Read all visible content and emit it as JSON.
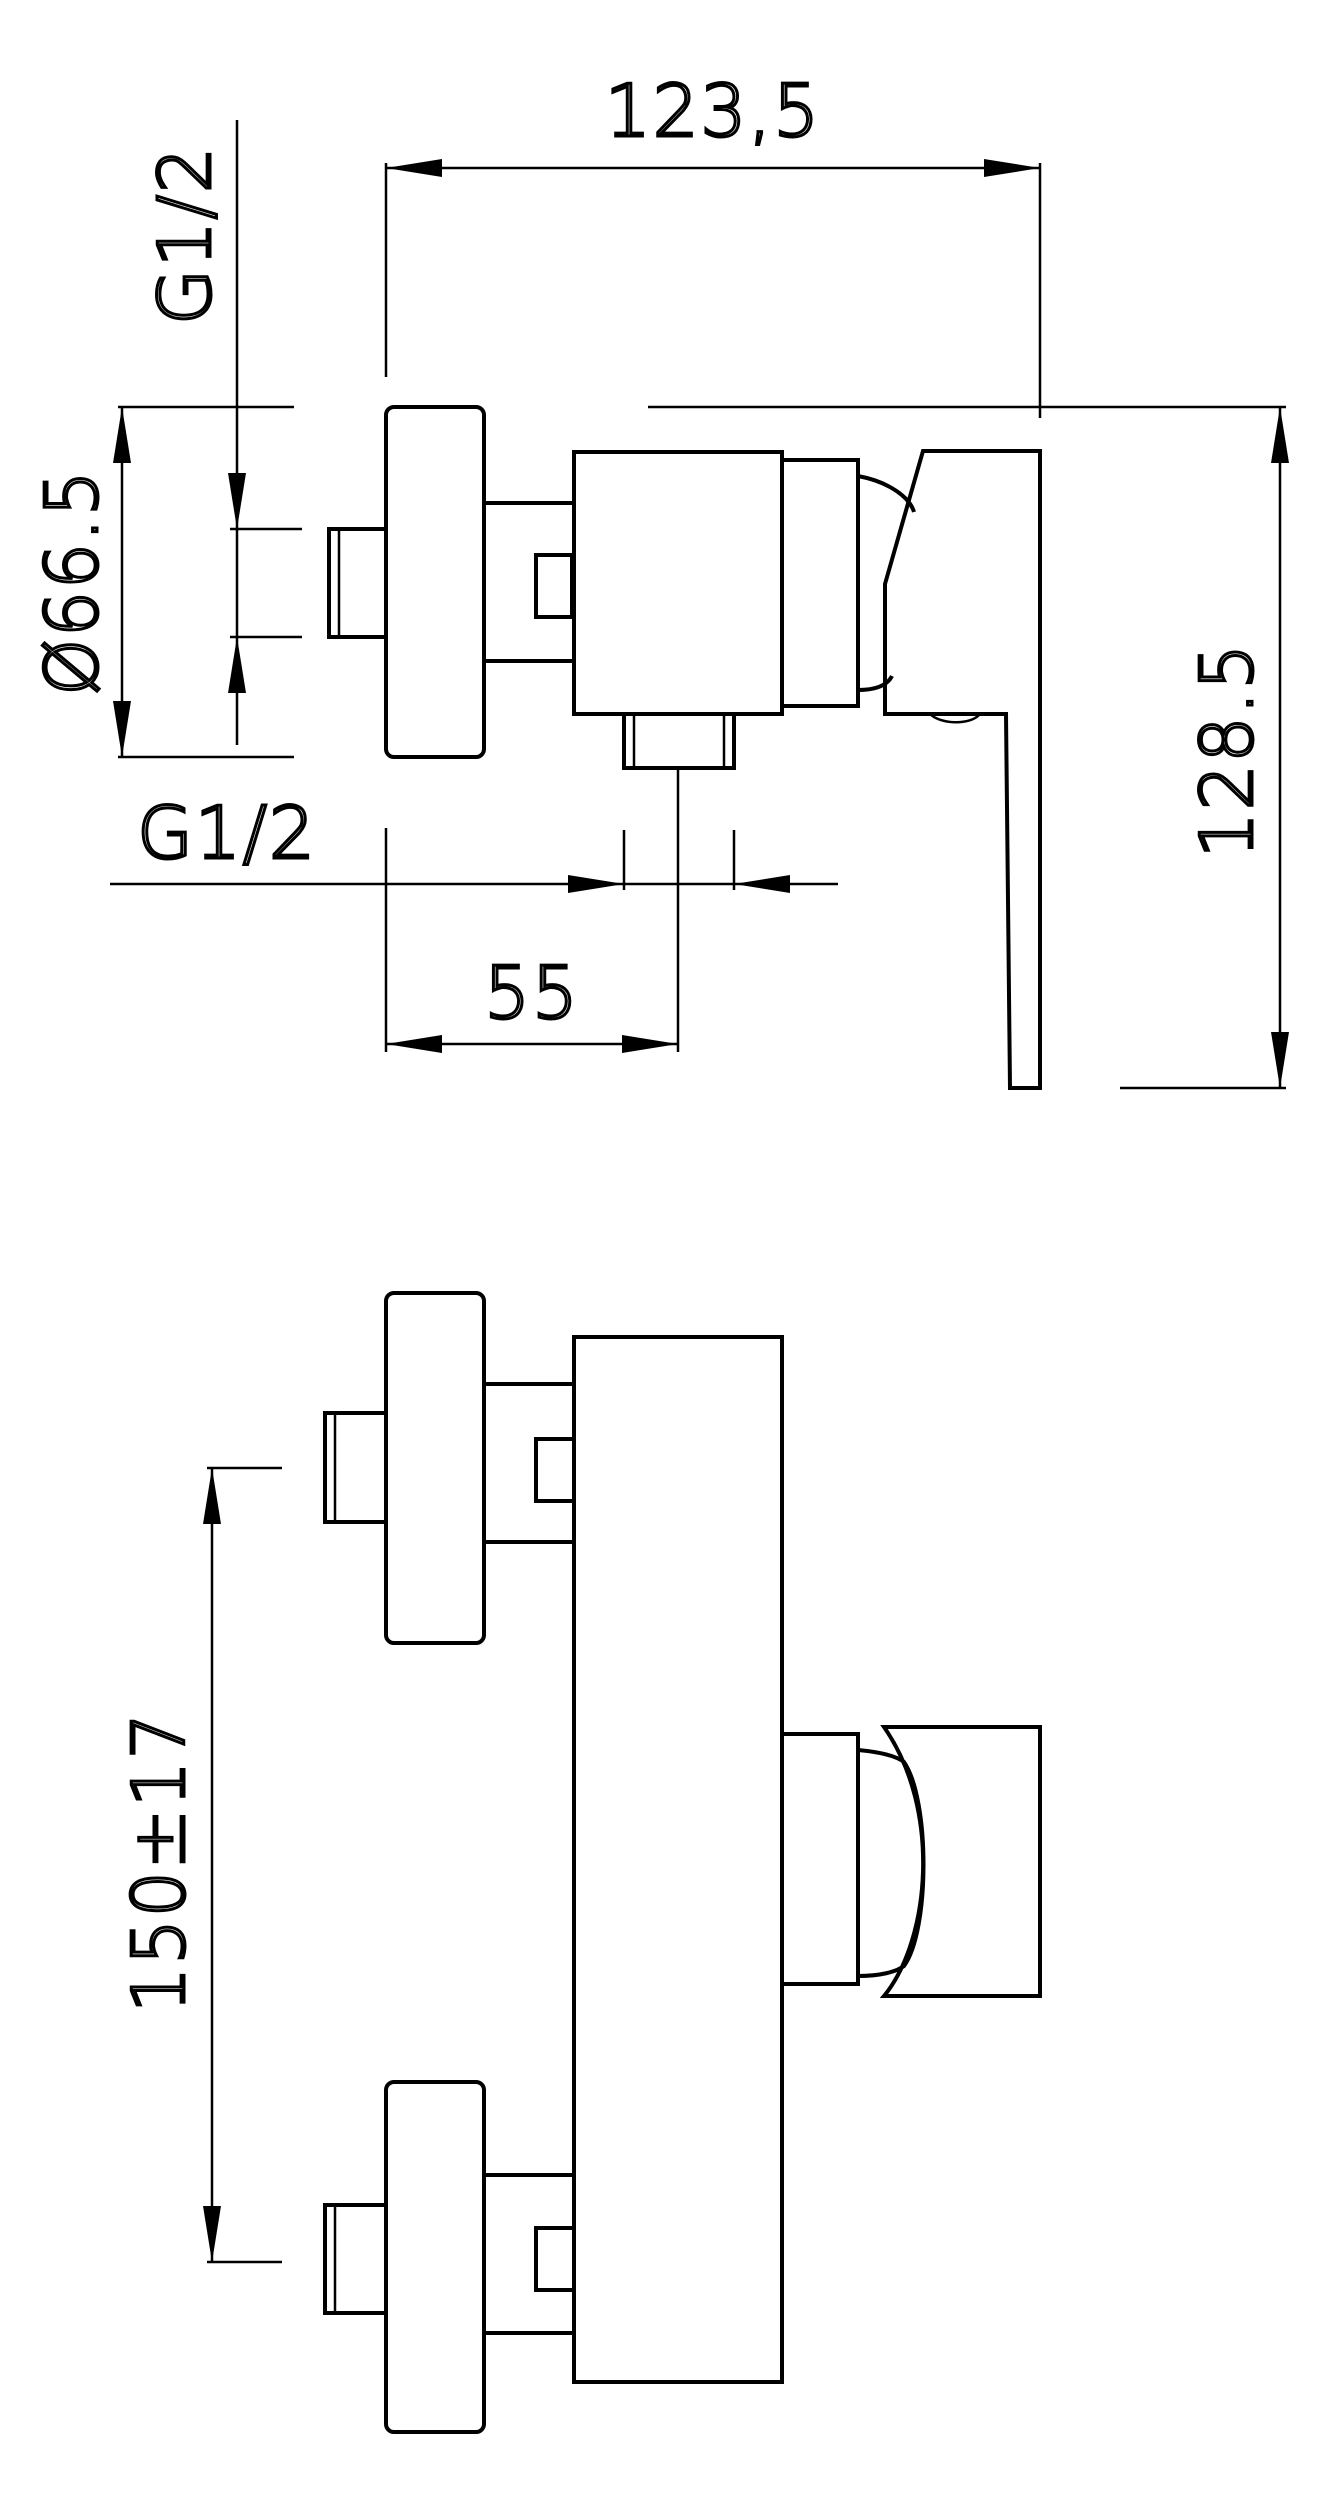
{
  "dimensions": {
    "width_total": "123,5",
    "height_total": "128.5",
    "flange_diameter": "Ø66.5",
    "inlet_thread_side": "G1/2",
    "outlet_thread": "G1/2",
    "outlet_offset": "55",
    "inlet_spacing": "150±17"
  }
}
